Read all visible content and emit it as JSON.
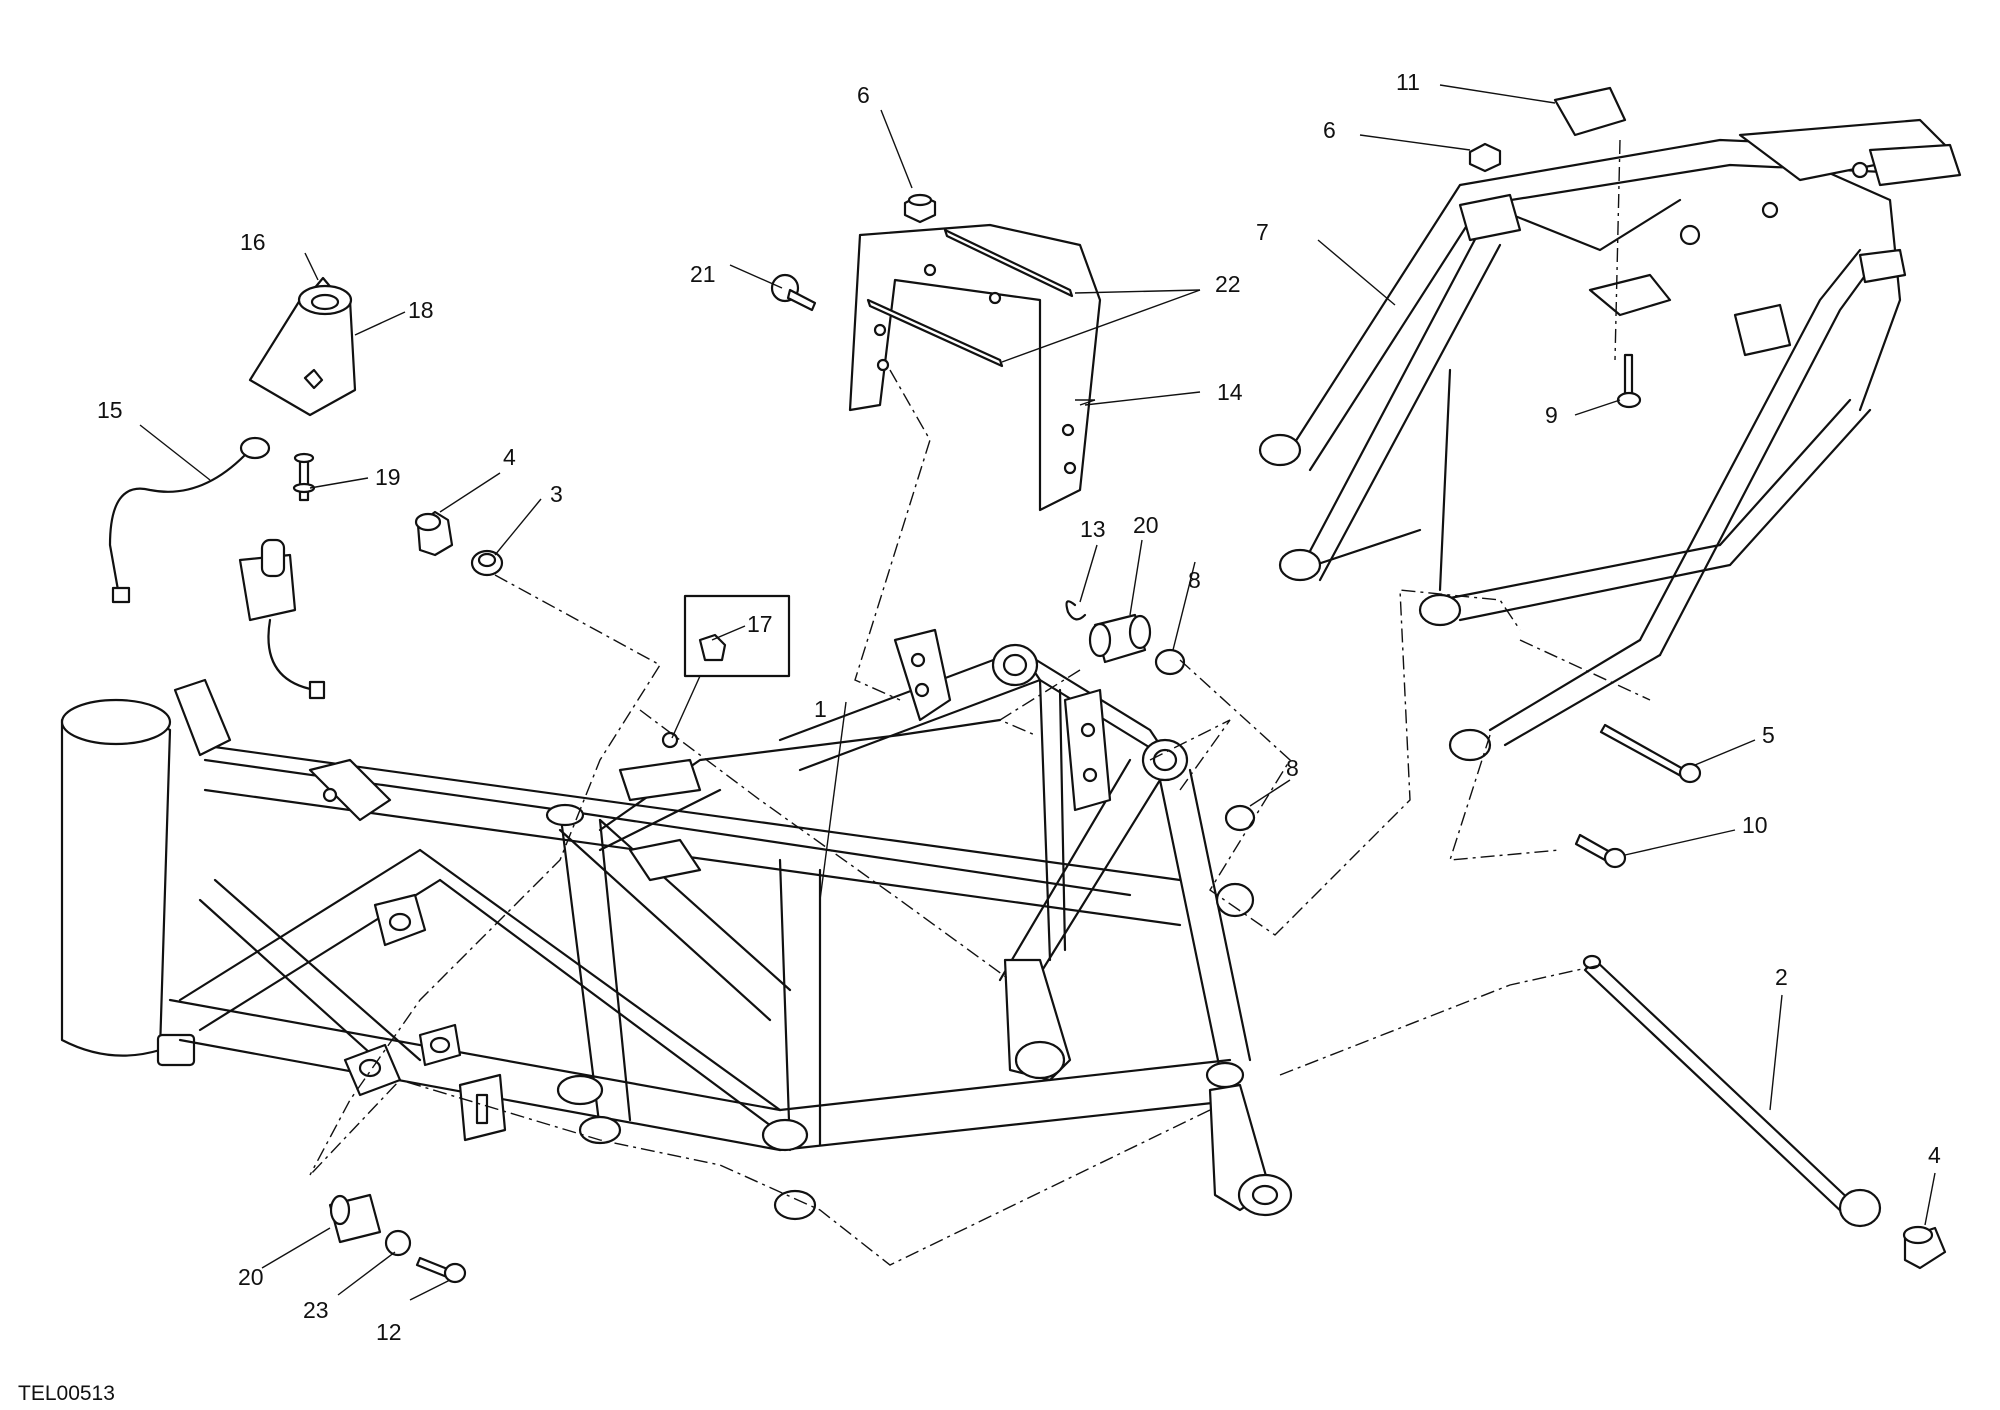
{
  "drawing_code": "TEL00513",
  "callouts": [
    "1",
    "2",
    "3",
    "4",
    "4",
    "5",
    "6",
    "6",
    "7",
    "8",
    "8",
    "9",
    "10",
    "11",
    "12",
    "13",
    "14",
    "15",
    "16",
    "17",
    "18",
    "19",
    "20",
    "20",
    "21",
    "22",
    "23"
  ]
}
